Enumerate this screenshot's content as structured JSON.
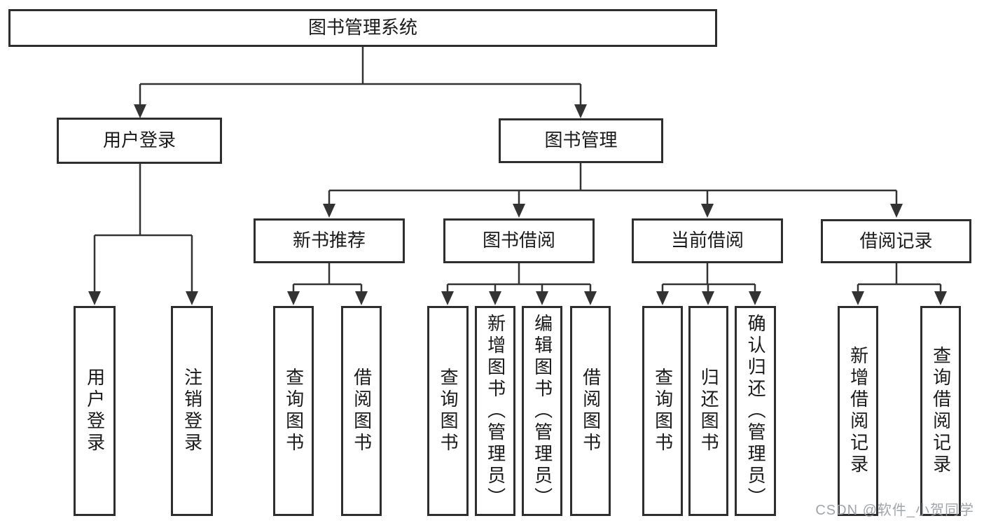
{
  "diagram": {
    "title": "图书管理系统",
    "nodes": {
      "root": "图书管理系统",
      "userLogin": "用户登录",
      "bookManagement": "图书管理",
      "loginAction": "用户登录",
      "logoutAction": "注销登录",
      "newBookRecommend": "新书推荐",
      "bookBorrowing": "图书借阅",
      "currentBorrowing": "当前借阅",
      "borrowingRecords": "借阅记录",
      "nbrQueryBook": "查询图书",
      "nbrBorrowBook": "借阅图书",
      "bbQueryBook": "查询图书",
      "bbAddBook": "新增图书（管理员）",
      "bbEditBook": "编辑图书（管理员）",
      "bbBorrowBook": "借阅图书",
      "cbQueryBook": "查询图书",
      "cbReturnBook": "归还图书",
      "cbConfirmReturn": "确认归还（管理员）",
      "brAddRecord": "新增借阅记录",
      "brQueryRecord": "查询借阅记录"
    }
  },
  "watermark": "CSDN @软件_小贺同学",
  "colors": {
    "line": "#333333",
    "box_border": "#2e2e2e",
    "text": "#1a1a1a",
    "watermark": "#969ba1",
    "background": "#ffffff"
  }
}
